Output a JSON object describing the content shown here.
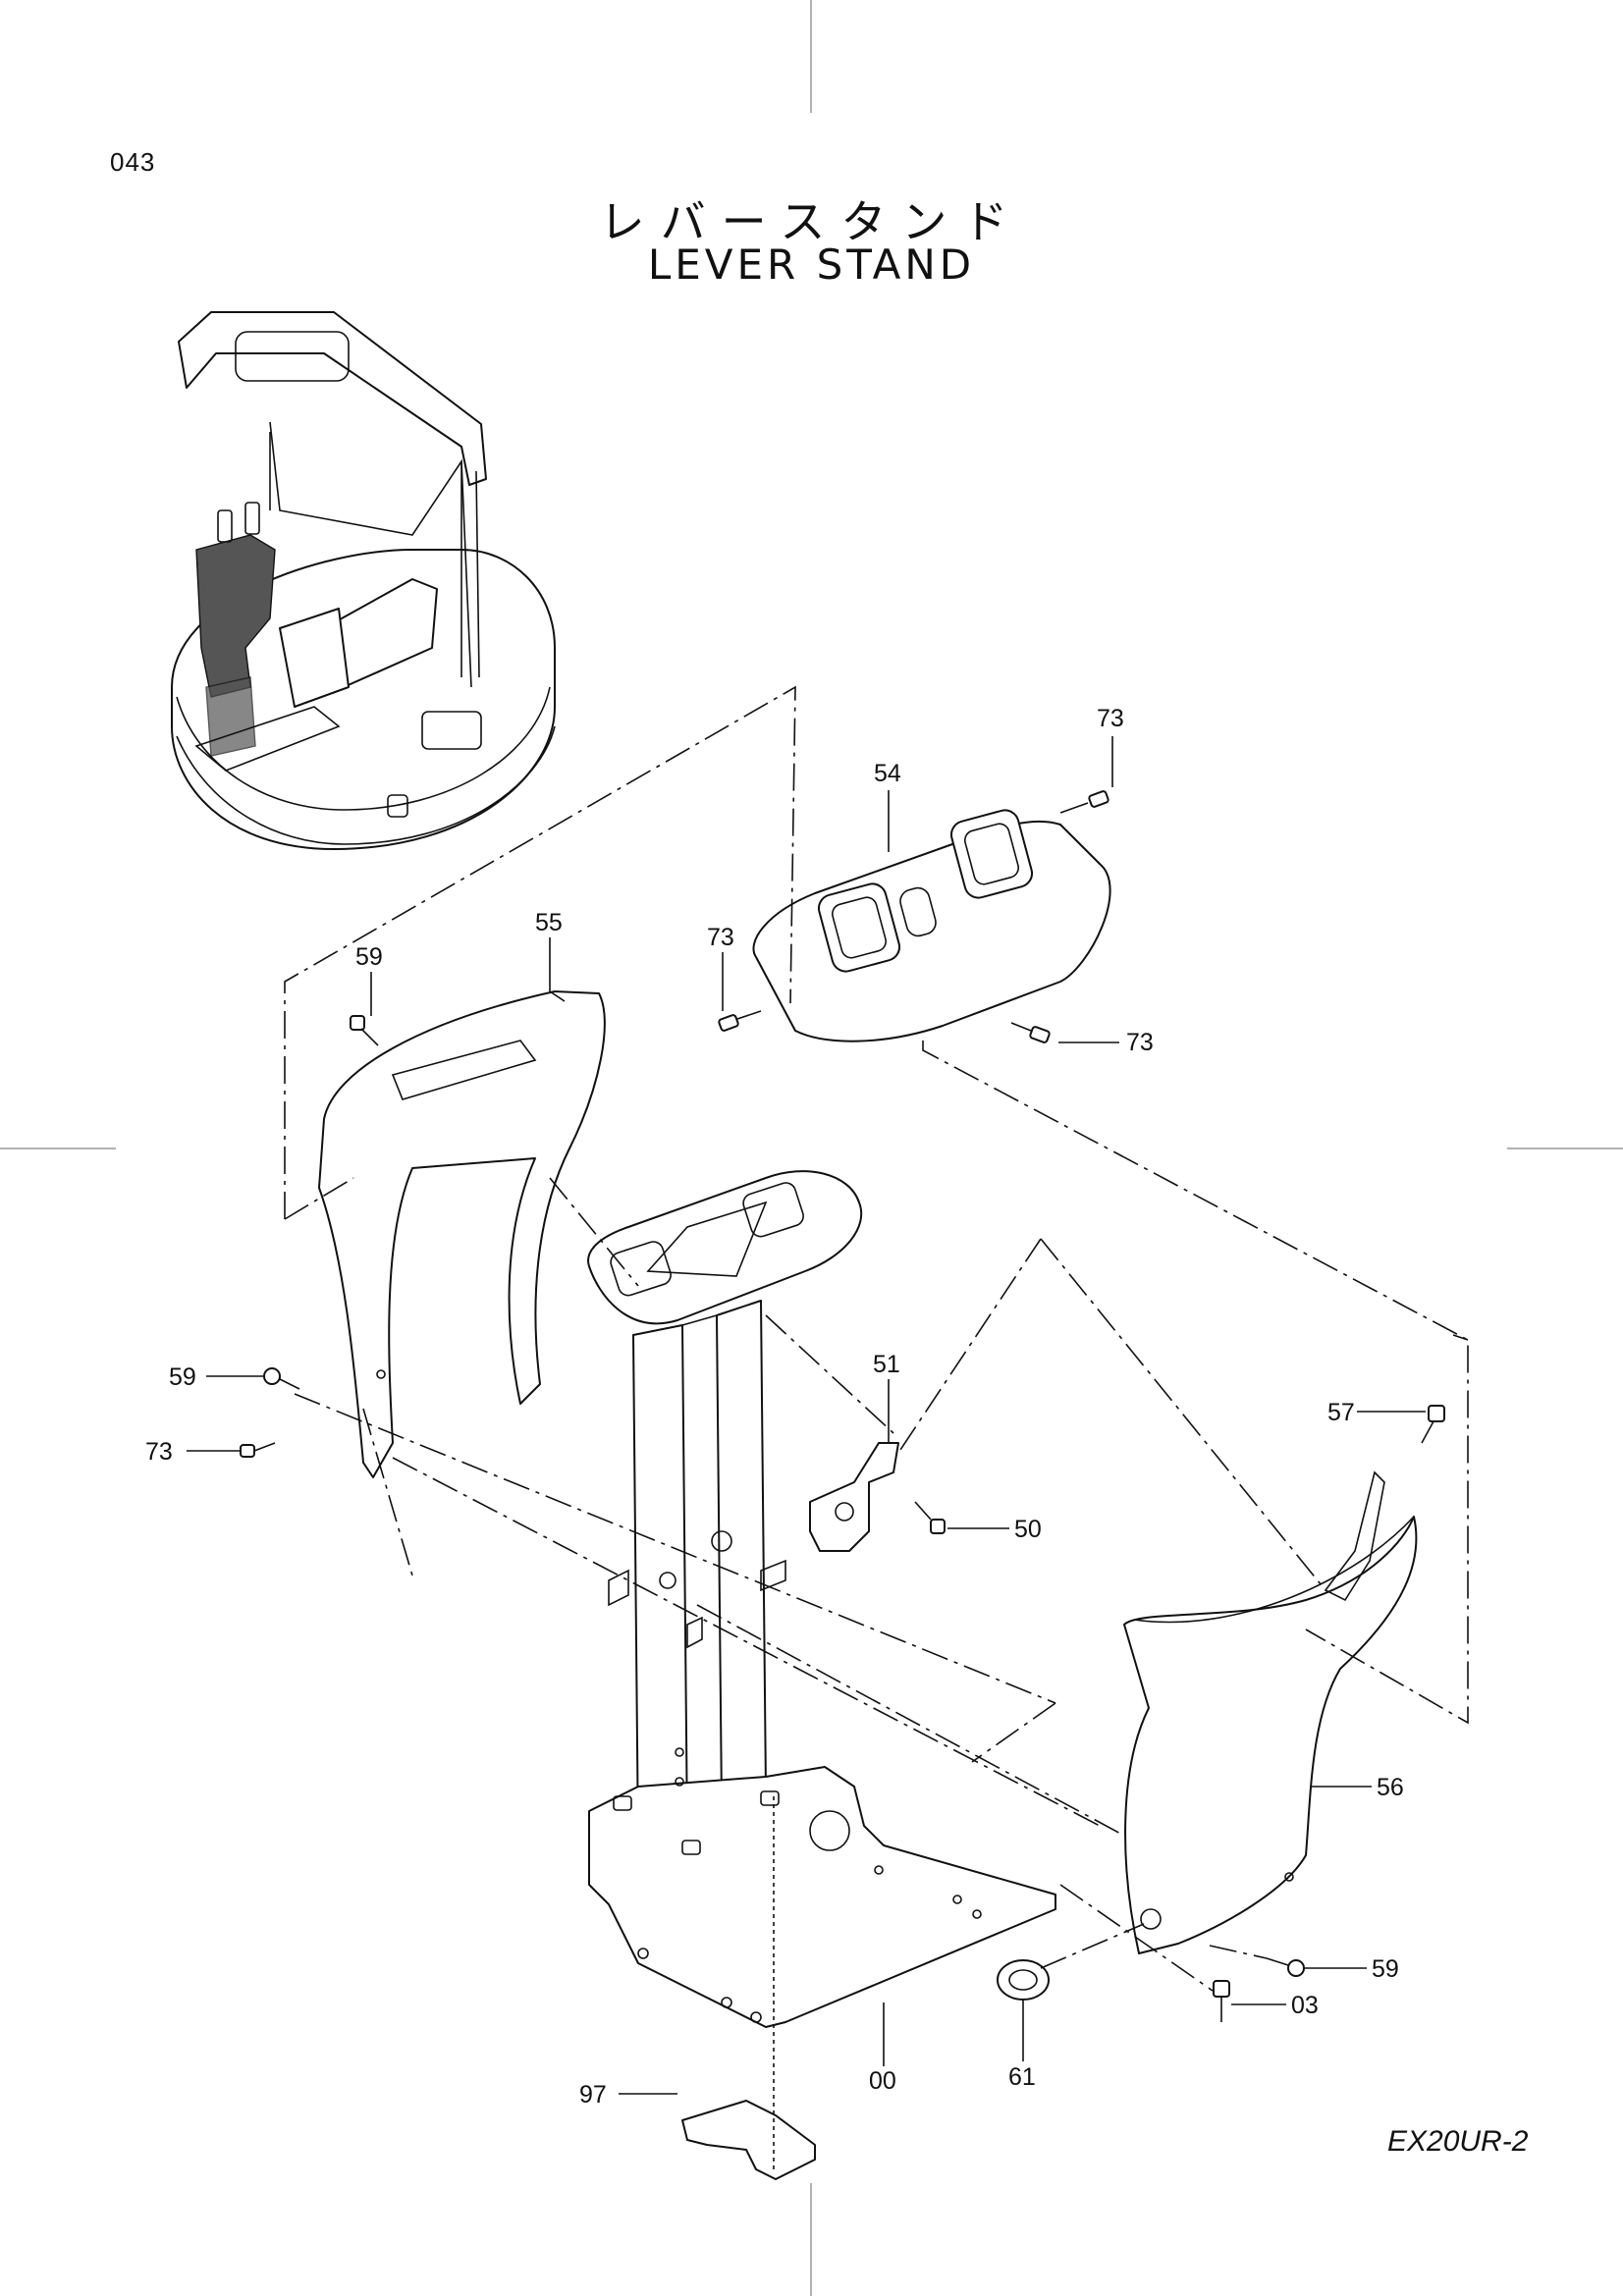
{
  "page": {
    "number": "043",
    "model": "EX20UR-2"
  },
  "title": {
    "ja": "レバースタンド",
    "en": "LEVER STAND"
  },
  "callouts": {
    "p73a": "73",
    "p54": "54",
    "p73b": "73",
    "p55": "55",
    "p59a": "59",
    "p73c": "73",
    "p51": "51",
    "p57": "57",
    "p59b": "59",
    "p73d": "73",
    "p50": "50",
    "p56": "56",
    "p59c": "59",
    "p03": "03",
    "p97": "97",
    "p00": "00",
    "p61": "61"
  },
  "icons": {
    "machine-overview": "excavator-cab-overview-icon",
    "bolt": "bolt-icon",
    "grommet": "grommet-icon"
  }
}
